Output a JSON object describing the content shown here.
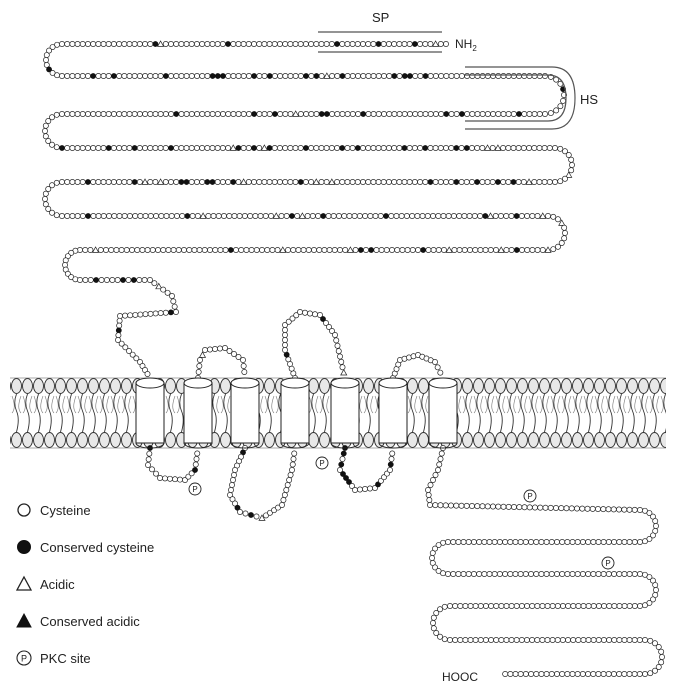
{
  "labels": {
    "sp": "SP",
    "nh2": "NH",
    "nh2_sub": "2",
    "hs": "HS",
    "hooc": "HOOC",
    "pkc_mark": "P"
  },
  "legend": [
    {
      "symbol": "open-circle",
      "label": "Cysteine"
    },
    {
      "symbol": "filled-circle",
      "label": "Conserved cysteine"
    },
    {
      "symbol": "open-triangle",
      "label": "Acidic"
    },
    {
      "symbol": "filled-triangle",
      "label": "Conserved acidic"
    },
    {
      "symbol": "pkc-circle",
      "label": "PKC site"
    }
  ]
}
